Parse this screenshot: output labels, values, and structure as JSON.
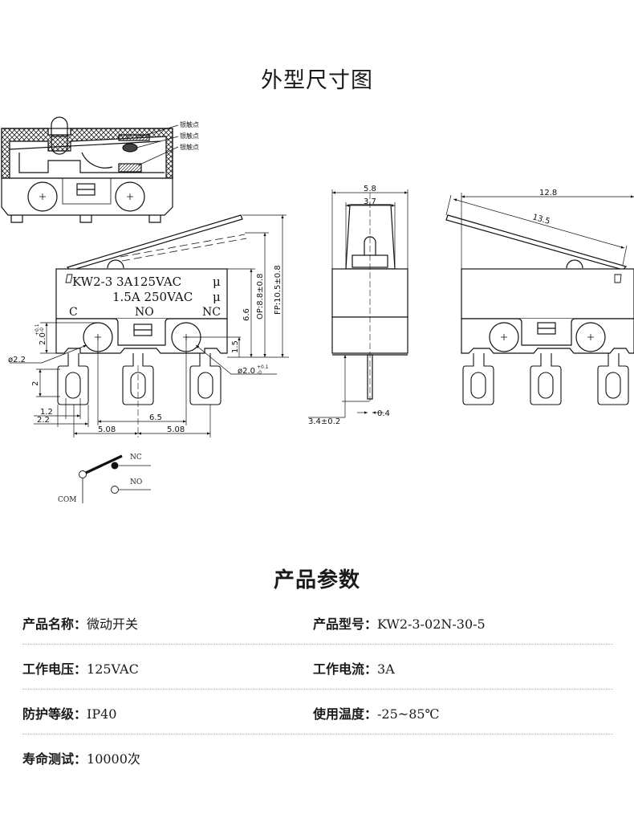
{
  "sections": {
    "dimensions_title": "外型尺寸图",
    "params_title": "产品参数"
  },
  "drawing": {
    "contact_labels": [
      "银触点",
      "银触点",
      "银触点"
    ],
    "front_view": {
      "marking_line1": "KW2-3  3A125VAC",
      "marking_line2": "1.5A  250VAC",
      "ul_mark": "μ",
      "terminal_c": "C",
      "terminal_no": "NO",
      "terminal_nc": "NC",
      "dim_height": "6.6",
      "dim_op": "OP:8.8±0.8",
      "dim_fp": "FP:10.5±0.8",
      "dim_mount_offset": "1.5",
      "dim_hole_left": "2.0",
      "dim_hole_left_tol_plus": "+0.1",
      "dim_hole_left_tol_minus": "-0",
      "dim_phi_left": "ø2.2",
      "dim_phi_right": "ø2.0",
      "dim_phi_right_tol_plus": "+0.1",
      "dim_phi_right_tol_minus": "-0",
      "dim_pin_h": "2",
      "dim_pin_slot": "1.2",
      "dim_pin_w": "2.2",
      "dim_hole_pitch": "6.5",
      "dim_pitch_left": "5.08",
      "dim_pitch_right": "5.08"
    },
    "side_view": {
      "dim_width": "5.8",
      "dim_actuator": "3.7",
      "dim_pin_len": "3.4±0.2",
      "dim_pin_thk": "0.4"
    },
    "back_view": {
      "dim_length": "12.8",
      "dim_lever": "13.5"
    },
    "schematic": {
      "nc": "NC",
      "no": "NO",
      "com": "COM"
    }
  },
  "params": [
    {
      "label": "产品名称：",
      "value": "微动开关"
    },
    {
      "label": "产品型号：",
      "value": "KW2-3-02N-30-5"
    },
    {
      "label": "工作电压：",
      "value": "125VAC"
    },
    {
      "label": "工作电流：",
      "value": "3A"
    },
    {
      "label": "防护等级：",
      "value": "IP40"
    },
    {
      "label": "使用温度：",
      "value": "-25~85℃"
    },
    {
      "label": "寿命测试：",
      "value": "10000次"
    }
  ]
}
